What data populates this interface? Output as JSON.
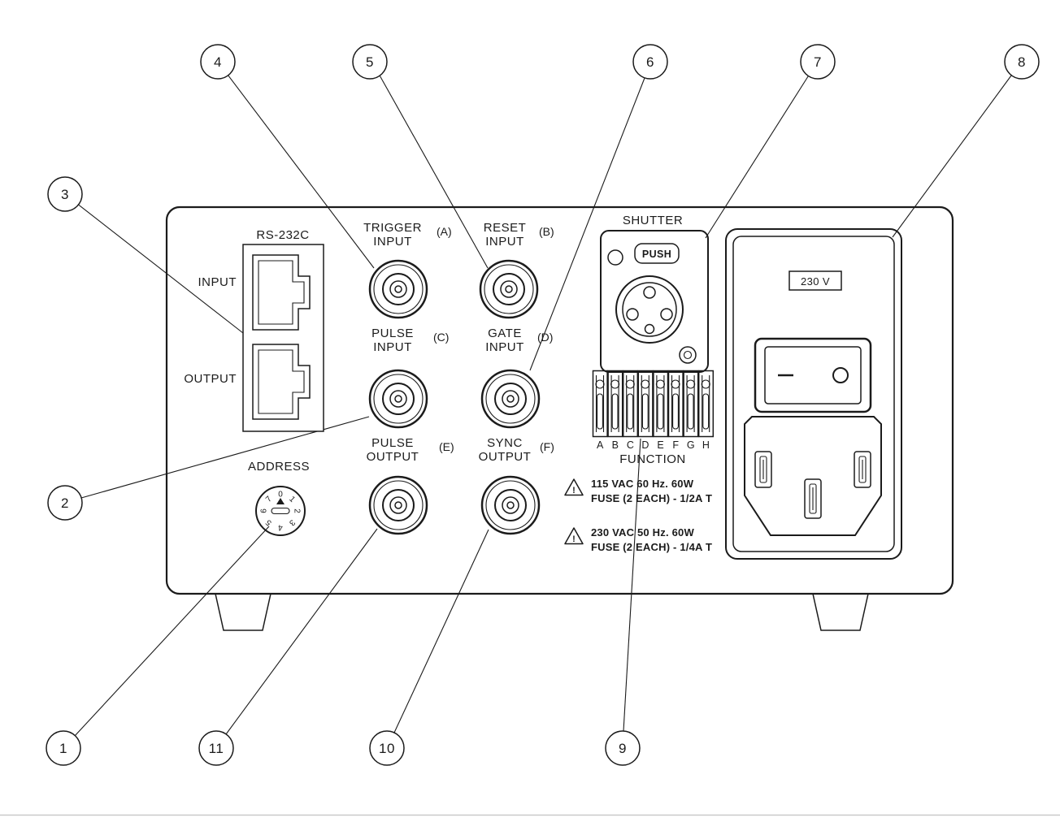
{
  "callouts": {
    "n1": "1",
    "n2": "2",
    "n3": "3",
    "n4": "4",
    "n5": "5",
    "n6": "6",
    "n7": "7",
    "n8": "8",
    "n9": "9",
    "n10": "10",
    "n11": "11"
  },
  "rs232": {
    "title": "RS-232C",
    "input": "INPUT",
    "output": "OUTPUT"
  },
  "connectors": {
    "trigger": {
      "line1": "TRIGGER",
      "line2": "INPUT",
      "ref": "(A)"
    },
    "reset": {
      "line1": "RESET",
      "line2": "INPUT",
      "ref": "(B)"
    },
    "pulse_in": {
      "line1": "PULSE",
      "line2": "INPUT",
      "ref": "(C)"
    },
    "gate": {
      "line1": "GATE",
      "line2": "INPUT",
      "ref": "(D)"
    },
    "pulse_out": {
      "line1": "PULSE",
      "line2": "OUTPUT",
      "ref": "(E)"
    },
    "sync": {
      "line1": "SYNC",
      "line2": "OUTPUT",
      "ref": "(F)"
    }
  },
  "address": {
    "label": "ADDRESS",
    "digits": [
      "0",
      "1",
      "2",
      "3",
      "4",
      "5",
      "6",
      "7"
    ]
  },
  "shutter": {
    "label": "SHUTTER",
    "push": "PUSH"
  },
  "function_block": {
    "label": "FUNCTION",
    "terminals": [
      "A",
      "B",
      "C",
      "D",
      "E",
      "F",
      "G",
      "H"
    ]
  },
  "warnings": {
    "icon": "!",
    "w115": {
      "line1": "115 VAC 60 Hz. 60W",
      "line2": "FUSE (2 EACH) - 1/2A T"
    },
    "w230": {
      "line1": "230 VAC 50 Hz. 60W",
      "line2": "FUSE (2 EACH) - 1/4A T"
    }
  },
  "power": {
    "voltage": "230 V"
  }
}
